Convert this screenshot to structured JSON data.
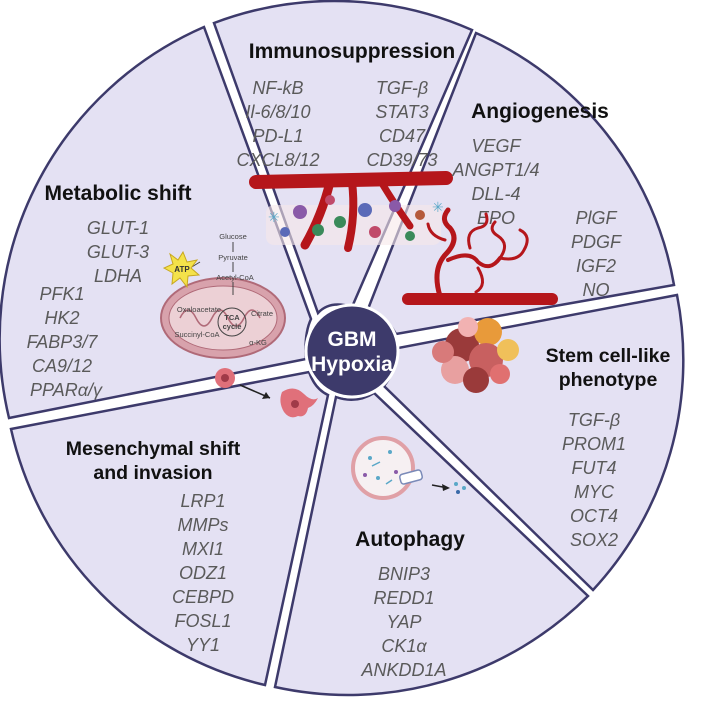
{
  "center": {
    "line1": "GBM",
    "line2": "Hypoxia"
  },
  "colors": {
    "segment_fill": "#e4e1f3",
    "segment_stroke": "#3d3a6b",
    "center_fill": "#3d3a6b",
    "vessel_red": "#b5161b",
    "atp_yellow": "#f4e24a",
    "mito_pink": "#d8a2ac"
  },
  "segments": {
    "immunosuppression": {
      "title": "Immunosuppression",
      "genes_left": [
        "NF-kB",
        "Il-6/8/10",
        "PD-L1",
        "CXCL8/12"
      ],
      "genes_right": [
        "TGF-β",
        "STAT3",
        "CD47",
        "CD39/73"
      ]
    },
    "angiogenesis": {
      "title": "Angiogenesis",
      "genes_left": [
        "VEGF",
        "ANGPT1/4",
        "DLL-4",
        "EPO"
      ],
      "genes_right": [
        "PlGF",
        "PDGF",
        "IGF2",
        "NO"
      ]
    },
    "metabolic": {
      "title": "Metabolic shift",
      "genes": [
        "GLUT-1",
        "GLUT-3",
        "LDHA",
        "PFK1",
        "HK2",
        "FABP3/7",
        "CA9/12",
        "PPARα/γ"
      ],
      "diagram_labels": {
        "glucose": "Glucose",
        "pyruvate": "Pyruvate",
        "acetyl": "Acetyl-CoA",
        "oxaloacetate": "Oxaloacetate",
        "citrate": "Citrate",
        "tca1": "TCA",
        "tca2": "cycle",
        "succinyl": "Succinyl-CoA",
        "akg": "α-KG",
        "atp": "ATP"
      }
    },
    "stem": {
      "title_line1": "Stem cell-like",
      "title_line2": "phenotype",
      "genes": [
        "TGF-β",
        "PROM1",
        "FUT4",
        "MYC",
        "OCT4",
        "SOX2"
      ]
    },
    "mesenchymal": {
      "title_line1": "Mesenchymal shift",
      "title_line2": "and invasion",
      "genes": [
        "LRP1",
        "MMPs",
        "MXI1",
        "ODZ1",
        "CEBPD",
        "FOSL1",
        "YY1"
      ]
    },
    "autophagy": {
      "title": "Autophagy",
      "genes": [
        "BNIP3",
        "REDD1",
        "YAP",
        "CK1α",
        "ANKDD1A"
      ]
    }
  }
}
